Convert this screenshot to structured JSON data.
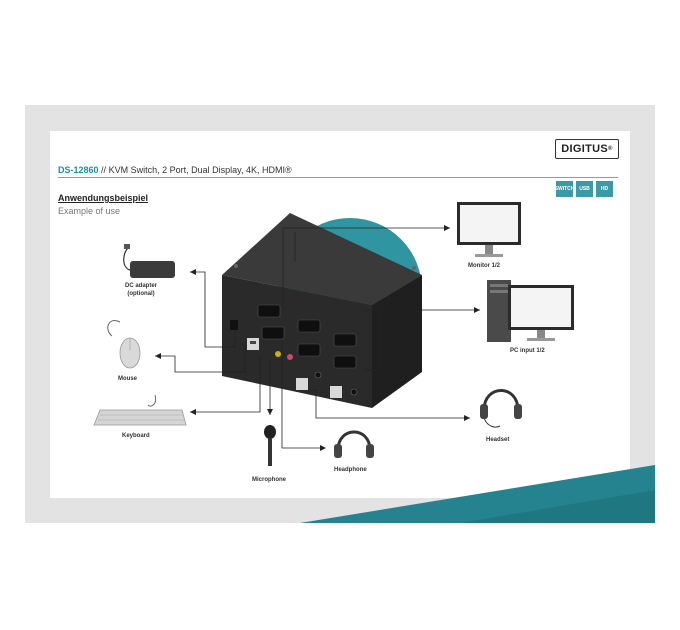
{
  "brand": {
    "logo": "DIGITUS",
    "reg": "®"
  },
  "header": {
    "model": "DS-12860",
    "separator": "//",
    "description": "KVM Switch, 2 Port, Dual Display, 4K, HDMI®"
  },
  "badges": [
    "SWITCH",
    "USB",
    "HD"
  ],
  "section": {
    "title_de": "Anwendungsbeispiel",
    "title_en": "Example of use"
  },
  "labels": {
    "dc_adapter": "DC adapter",
    "dc_optional": "(optional)",
    "mouse": "Mouse",
    "keyboard": "Keyboard",
    "microphone": "Microphone",
    "headphone": "Headphone",
    "headset": "Headset",
    "monitor": "Monitor 1/2",
    "pc": "PC input 1/2"
  },
  "colors": {
    "accent": "#1d8fa0",
    "teal_band": "#24838f",
    "device": "#2a2a2a"
  },
  "icons": [
    "dc-adapter-icon",
    "mouse-icon",
    "keyboard-icon",
    "microphone-icon",
    "headphone-icon",
    "headset-icon",
    "monitor-icon",
    "pc-icon",
    "kvm-switch-icon"
  ]
}
